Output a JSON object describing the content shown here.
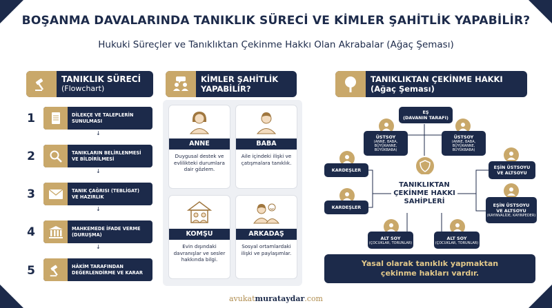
{
  "title": "BOŞANMA DAVALARINDA TANIKLIK SÜRECİ VE KİMLER ŞAHİTLİK YAPABİLİR?",
  "subtitle": "Hukuki Süreçler ve Tanıklıktan Çekinme Hakkı Olan Akrabalar (Ağaç Şeması)",
  "sections": {
    "process": {
      "title_line1": "TANIKLIK SÜRECİ",
      "title_line2": "(Flowchart)",
      "icon": "gavel-icon"
    },
    "witnesses": {
      "title_line1": "KİMLER ŞAHİTLİK",
      "title_line2": "YAPABİLİR?",
      "icon": "people-chat-icon"
    },
    "refusal": {
      "title_line1": "TANIKLIKTAN ÇEKİNME HAKKI",
      "title_line2": "(Ağaç Şeması)",
      "icon": "tree-icon"
    }
  },
  "steps": [
    {
      "num": "1",
      "line1": "DİLEKÇE VE TALEPLERİN",
      "line2": "SUNULMASI",
      "icon": "document-icon"
    },
    {
      "num": "2",
      "line1": "TANIKLARIN BELİRLENMESİ",
      "line2": "VE BİLDİRİLMESİ",
      "icon": "magnifier-icon"
    },
    {
      "num": "3",
      "line1": "TANIK ÇAĞRISI (TEBLİGAT)",
      "line2": "VE HAZIRLIK",
      "icon": "envelope-icon"
    },
    {
      "num": "4",
      "line1": "MAHKEMEDE İFADE VERME",
      "line2": "(DURUŞMA)",
      "icon": "courthouse-icon"
    },
    {
      "num": "5",
      "line1": "HÂKİM TARAFINDAN",
      "line2": "DEĞERLENDİRME VE KARAR",
      "icon": "gavel-icon"
    }
  ],
  "witness_cards": [
    {
      "label": "ANNE",
      "desc": "Duygusal destek ve evlilikteki durumlara dair gözlem.",
      "icon": "woman-icon"
    },
    {
      "label": "BABA",
      "desc": "Aile içindeki ilişki ve çatışmalara tanıklık.",
      "icon": "man-icon"
    },
    {
      "label": "KOMŞU",
      "desc": "Evin dışındaki davranışlar ve sesler hakkında bilgi.",
      "icon": "neighbor-house-icon"
    },
    {
      "label": "ARKADAŞ",
      "desc": "Sosyal ortamlardaki ilişki ve paylaşımlar.",
      "icon": "friends-icon"
    }
  ],
  "tree": {
    "spouse": {
      "line1": "EŞ",
      "line2": "(DAVANIN TARAFI)"
    },
    "ascendant_left": {
      "line1": "ÜSTSOY",
      "line2": "(ANNE, BABA, BÜYÜKANNE, BÜYÜKBABA)"
    },
    "ascendant_right": {
      "line1": "ÜSTSOY",
      "line2": "(ANNE, BABA, BÜYÜKANNE, BÜYÜKBABA)"
    },
    "sibling_top": "KARDEŞLER",
    "sibling_bottom": "KARDEŞLER",
    "spouse_relatives": {
      "line1": "EŞİN ÜSTSOYU",
      "line2": "VE ALTSOYU"
    },
    "spouse_relatives_2": {
      "line1": "EŞİN ÜSTSOYU",
      "line2": "VE ALTSOYU",
      "line3": "(KAYINVALİDE, KAYINPEDER)"
    },
    "descendant_left": {
      "line1": "ALT SOY",
      "line2": "(ÇOCUKLAR, TORUNLAR)"
    },
    "descendant_right": {
      "line1": "ALT SOY",
      "line2": "(ÇOCUKLAR, TORUNLAR)"
    },
    "center": {
      "line1": "TANIKLIKTAN",
      "line2": "ÇEKİNME HAKKI",
      "line3": "SAHİPLERİ"
    },
    "center_icon": "shield-icon"
  },
  "bottom_note": {
    "line1": "Yasal olarak tanıklık yapmaktan",
    "line2": "çekinme hakları vardır."
  },
  "footer": {
    "part1": "avukat",
    "part2": "murataydar",
    "part3": ".com"
  },
  "colors": {
    "navy": "#1c2a4a",
    "gold": "#c9a86a",
    "panel": "#eef0f4",
    "note_text": "#e2c88a"
  }
}
